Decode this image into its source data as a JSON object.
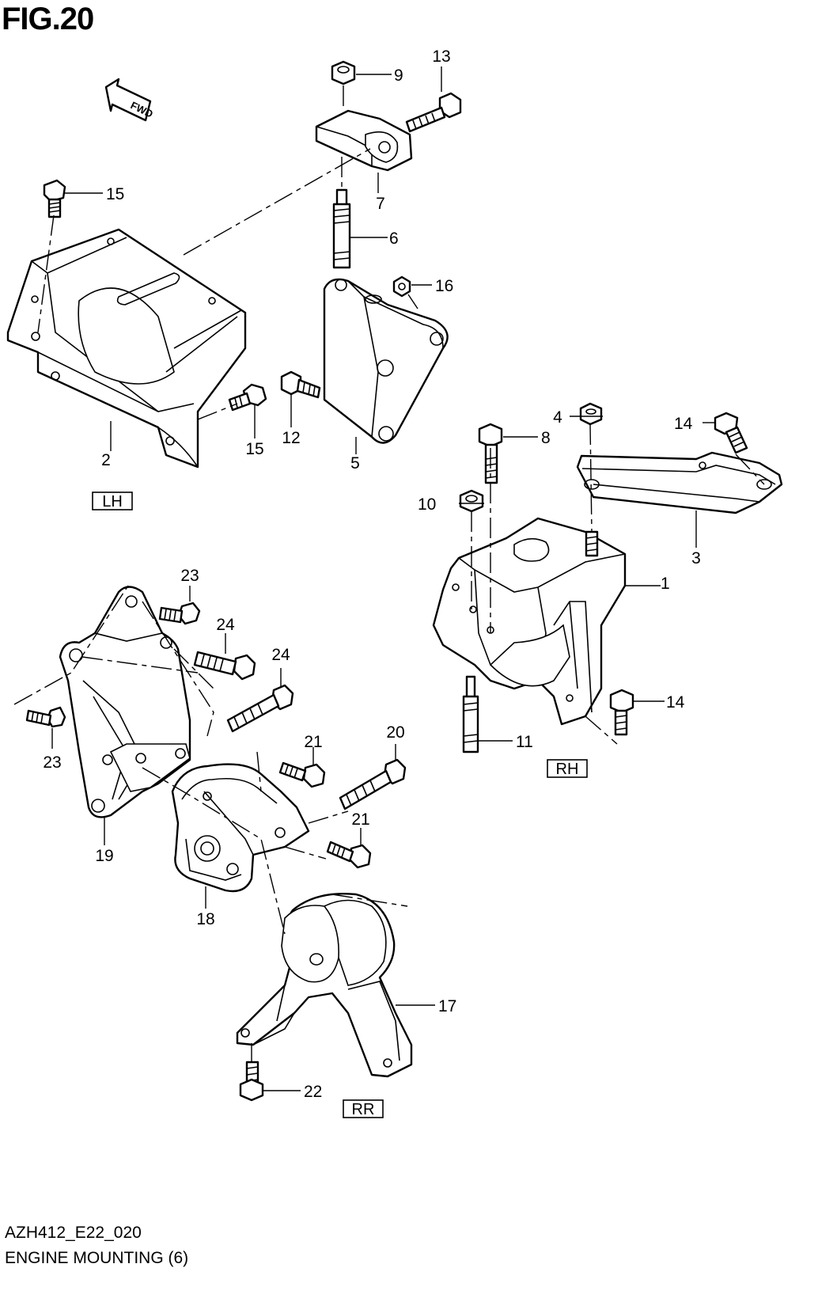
{
  "title": "FIG.20",
  "footer": {
    "code": "AZH412_E22_020",
    "caption": "ENGINE MOUNTING (6)"
  },
  "direction_arrow": "FWD",
  "groups": [
    "LH",
    "RH",
    "RR"
  ],
  "callouts": {
    "c1": "1",
    "c2": "2",
    "c3": "3",
    "c4": "4",
    "c5": "5",
    "c6": "6",
    "c7": "7",
    "c8": "8",
    "c9": "9",
    "c10": "10",
    "c11": "11",
    "c12": "12",
    "c13": "13",
    "c14a": "14",
    "c14b": "14",
    "c15a": "15",
    "c15b": "15",
    "c16": "16",
    "c17": "17",
    "c18": "18",
    "c19": "19",
    "c20": "20",
    "c21a": "21",
    "c21b": "21",
    "c22": "22",
    "c23a": "23",
    "c23b": "23",
    "c24a": "24",
    "c24b": "24"
  }
}
